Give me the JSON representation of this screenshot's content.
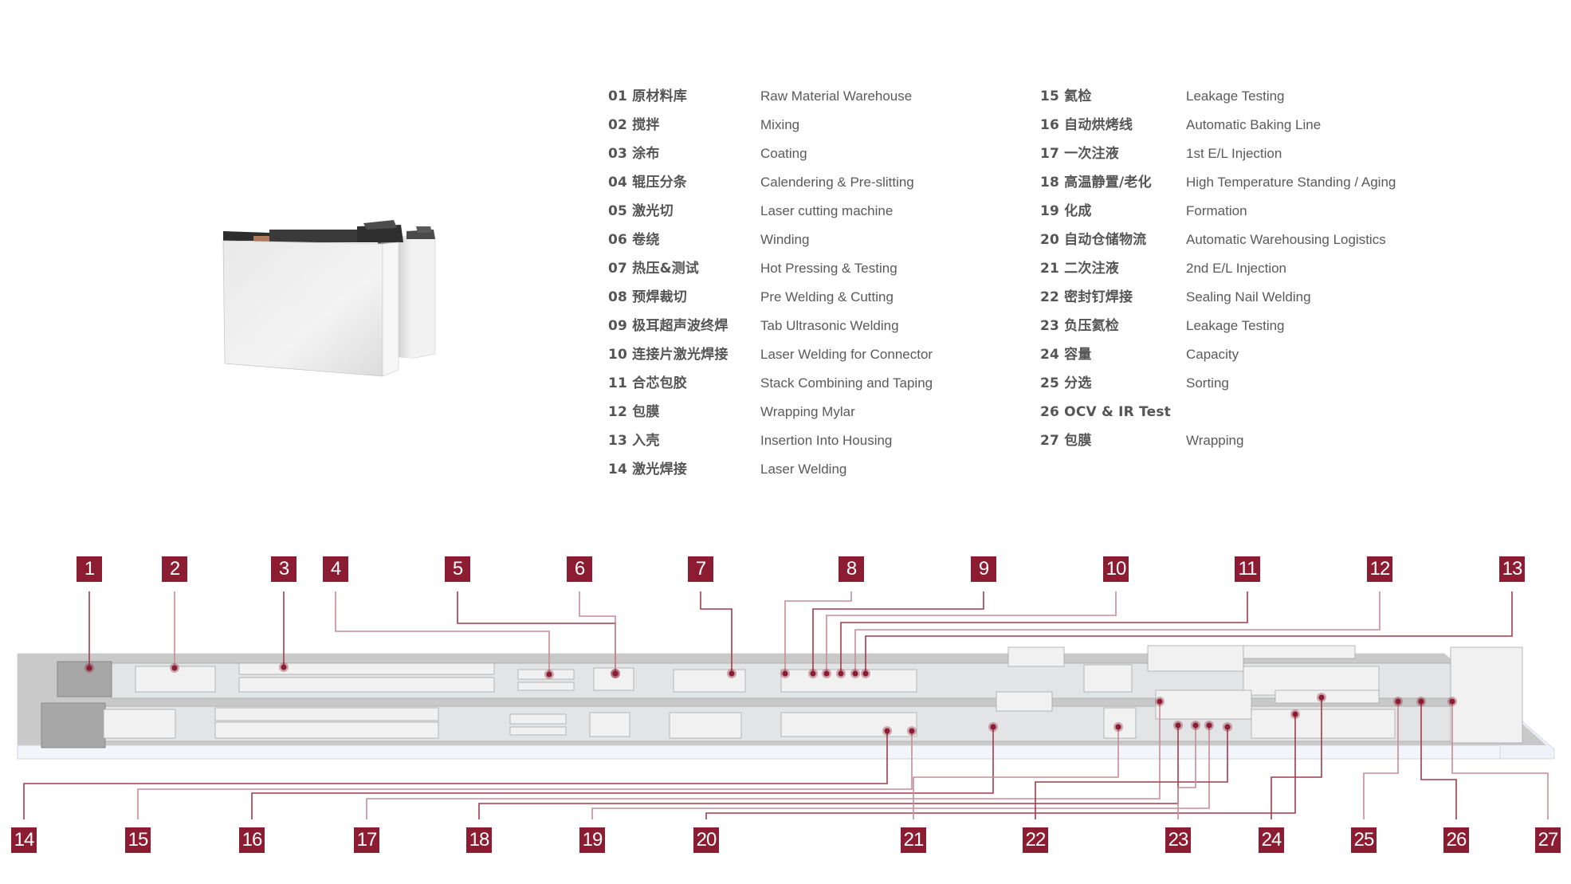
{
  "legend": {
    "left": [
      {
        "num": "01",
        "zh": "原材料库",
        "en": "Raw Material Warehouse"
      },
      {
        "num": "02",
        "zh": "搅拌",
        "en": "Mixing"
      },
      {
        "num": "03",
        "zh": "涂布",
        "en": "Coating"
      },
      {
        "num": "04",
        "zh": "辊压分条",
        "en": "Calendering & Pre-slitting"
      },
      {
        "num": "05",
        "zh": "激光切",
        "en": "Laser cutting machine"
      },
      {
        "num": "06",
        "zh": "卷绕",
        "en": "Winding"
      },
      {
        "num": "07",
        "zh": "热压&测试",
        "en": "Hot Pressing & Testing"
      },
      {
        "num": "08",
        "zh": "预焊裁切",
        "en": "Pre Welding & Cutting"
      },
      {
        "num": "09",
        "zh": "极耳超声波终焊",
        "en": "Tab Ultrasonic Welding"
      },
      {
        "num": "10",
        "zh": "连接片激光焊接",
        "en": "Laser Welding for Connector"
      },
      {
        "num": "11",
        "zh": "合芯包胶",
        "en": "Stack Combining and Taping"
      },
      {
        "num": "12",
        "zh": "包膜",
        "en": "Wrapping Mylar"
      },
      {
        "num": "13",
        "zh": "入壳",
        "en": "Insertion Into Housing"
      },
      {
        "num": "14",
        "zh": "激光焊接",
        "en": "Laser Welding"
      }
    ],
    "right": [
      {
        "num": "15",
        "zh": "氦检",
        "en": "Leakage Testing"
      },
      {
        "num": "16",
        "zh": "自动烘烤线",
        "en": "Automatic Baking Line"
      },
      {
        "num": "17",
        "zh": "一次注液",
        "en": "1st E/L Injection"
      },
      {
        "num": "18",
        "zh": "高温静置/老化",
        "en": "High Temperature Standing / Aging"
      },
      {
        "num": "19",
        "zh": "化成",
        "en": "Formation"
      },
      {
        "num": "20",
        "zh": "自动仓储物流",
        "en": "Automatic Warehousing Logistics"
      },
      {
        "num": "21",
        "zh": "二次注液",
        "en": "2nd E/L Injection"
      },
      {
        "num": "22",
        "zh": "密封钉焊接",
        "en": "Sealing Nail Welding"
      },
      {
        "num": "23",
        "zh": "负压氦检",
        "en": "Leakage Testing"
      },
      {
        "num": "24",
        "zh": "容量",
        "en": "Capacity"
      },
      {
        "num": "25",
        "zh": "分选",
        "en": "Sorting"
      },
      {
        "num": "26",
        "zh": "OCV & IR Test",
        "en": ""
      },
      {
        "num": "27",
        "zh": "包膜",
        "en": "Wrapping"
      }
    ]
  },
  "markers": {
    "top": [
      "1",
      "2",
      "3",
      "4",
      "5",
      "6",
      "7",
      "8",
      "9",
      "10",
      "11",
      "12",
      "13"
    ],
    "bottom": [
      "14",
      "15",
      "16",
      "17",
      "18",
      "19",
      "20",
      "21",
      "22",
      "23",
      "24",
      "25",
      "26",
      "27"
    ]
  },
  "colors": {
    "marker": "#8c1c31",
    "leader": "#a33a4c",
    "leader_light": "#c98c97"
  },
  "product_image": "prismatic-battery-cell"
}
